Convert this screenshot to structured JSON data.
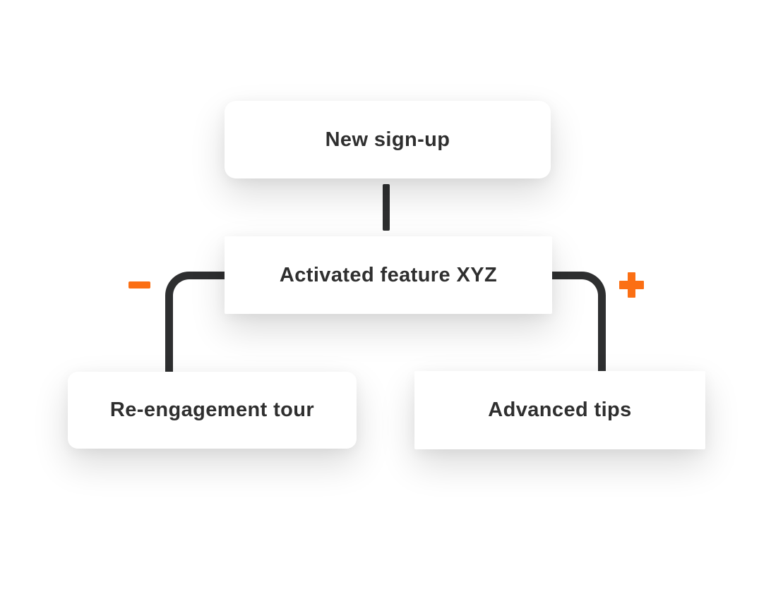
{
  "diagram": {
    "type": "flowchart",
    "nodes": {
      "new_signup": {
        "label": "New sign-up"
      },
      "activated_feature": {
        "label": "Activated feature XYZ"
      },
      "re_engagement_tour": {
        "label": "Re-engagement tour"
      },
      "advanced_tips": {
        "label": "Advanced tips"
      }
    },
    "edges": [
      {
        "from": "New sign-up",
        "to": "Activated feature XYZ",
        "style": "straight-vertical"
      },
      {
        "from": "Activated feature XYZ",
        "to": "Re-engagement tour",
        "badge": "minus",
        "style": "elbow-left"
      },
      {
        "from": "Activated feature XYZ",
        "to": "Advanced tips",
        "badge": "plus",
        "style": "elbow-right"
      }
    ],
    "icons": {
      "minus": "minus-icon",
      "plus": "plus-icon"
    },
    "colors": {
      "connector": "#2e2f30",
      "accent_orange": "#fb6f14",
      "node_background": "#ffffff",
      "node_text": "#2f2f2f",
      "canvas_background": "#ffffff"
    }
  }
}
